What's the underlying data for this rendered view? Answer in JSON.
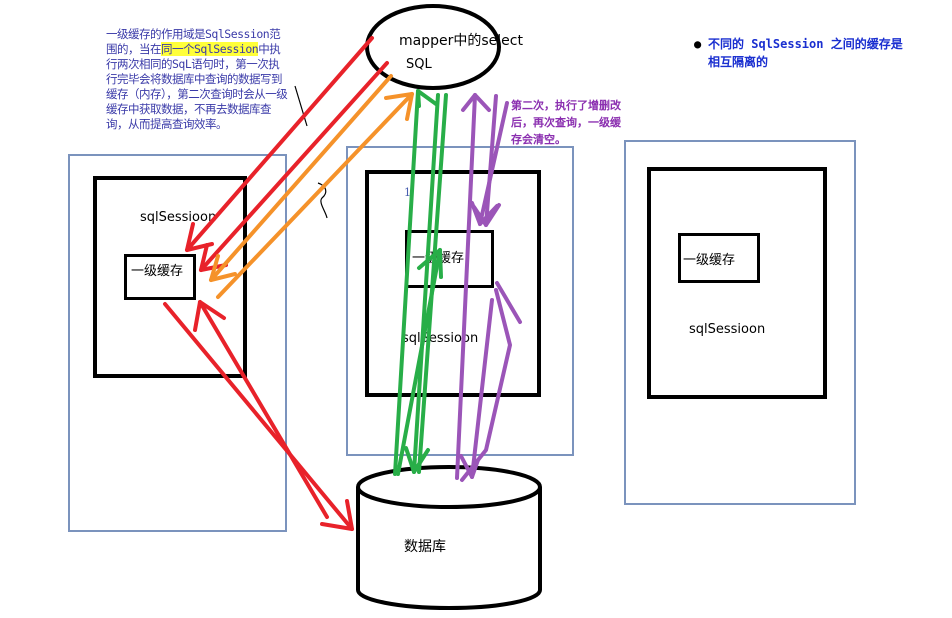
{
  "mapper": {
    "line1": "mapper中的select",
    "line2": "SQL"
  },
  "database": {
    "label": "数据库"
  },
  "left": {
    "session_label": "sqlSessioon",
    "cache_label": "一级缓存",
    "note_before": "一级缓存的作用域是SqlSession范围的，当在",
    "note_highlight": "同一个SqlSession",
    "note_after": "中执行两次相同的SqL语句时，第一次执行完毕会将数据库中查询的数据写到缓存（内存），第二次查询时会从一级缓存中获取数据，不再去数据库查询，从而提高查询效率。"
  },
  "middle": {
    "session_label": "sqlSessioon",
    "cache_label": "一级缓存",
    "marker": "1",
    "note": "第二次，执行了增删改后，再次查询，一级缓存会清空。"
  },
  "right": {
    "session_label": "sqlSessioon",
    "cache_label": "一级缓存",
    "note": "不同的 SqlSession 之间的缓存是相互隔离的"
  },
  "colors": {
    "red_arrow": "#e8222a",
    "orange_arrow": "#f5922a",
    "green_arrow": "#28ae48",
    "purple_arrow": "#9b55b8",
    "outer_border": "#7b93bd"
  }
}
